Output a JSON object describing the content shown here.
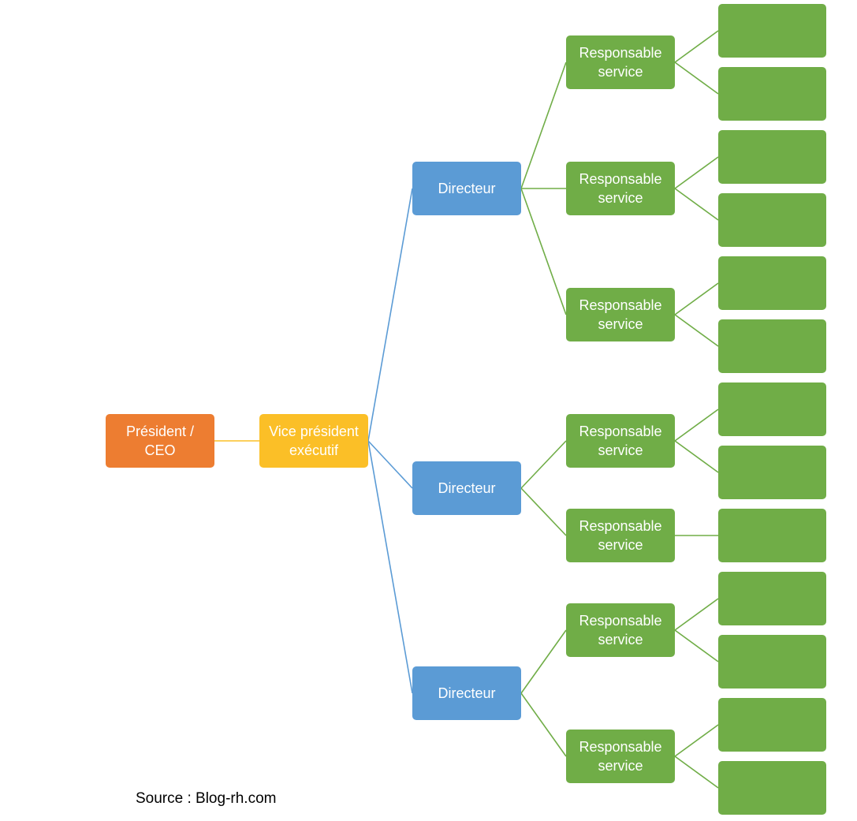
{
  "colors": {
    "president": "#ED7D31",
    "vice_president": "#FBBF27",
    "directeur": "#5B9BD5",
    "responsable": "#70AD47",
    "leaf": "#70AD47",
    "line_vp": "#FBBF27",
    "line_directeur": "#5B9BD5",
    "line_responsable": "#70AD47"
  },
  "tree": {
    "id": "president",
    "label": [
      "Président /",
      "CEO"
    ],
    "level": "president",
    "children": [
      {
        "id": "vice-president",
        "label": [
          "Vice président",
          "exécutif"
        ],
        "level": "vice_president",
        "children": [
          {
            "id": "directeur-1",
            "label": [
              "Directeur"
            ],
            "level": "directeur",
            "children": [
              {
                "id": "responsable-1",
                "label": [
                  "Responsable",
                  "service"
                ],
                "level": "responsable",
                "leaf_count": 2
              },
              {
                "id": "responsable-2",
                "label": [
                  "Responsable",
                  "service"
                ],
                "level": "responsable",
                "leaf_count": 2
              },
              {
                "id": "responsable-3",
                "label": [
                  "Responsable",
                  "service"
                ],
                "level": "responsable",
                "leaf_count": 2
              }
            ]
          },
          {
            "id": "directeur-2",
            "label": [
              "Directeur"
            ],
            "level": "directeur",
            "children": [
              {
                "id": "responsable-4",
                "label": [
                  "Responsable",
                  "service"
                ],
                "level": "responsable",
                "leaf_count": 2
              },
              {
                "id": "responsable-5",
                "label": [
                  "Responsable",
                  "service"
                ],
                "level": "responsable",
                "leaf_count": 1
              }
            ]
          },
          {
            "id": "directeur-3",
            "label": [
              "Directeur"
            ],
            "level": "directeur",
            "children": [
              {
                "id": "responsable-6",
                "label": [
                  "Responsable",
                  "service"
                ],
                "level": "responsable",
                "leaf_count": 2
              },
              {
                "id": "responsable-7",
                "label": [
                  "Responsable",
                  "service"
                ],
                "level": "responsable",
                "leaf_count": 2
              }
            ]
          }
        ]
      }
    ]
  },
  "source": "Source : Blog-rh.com"
}
